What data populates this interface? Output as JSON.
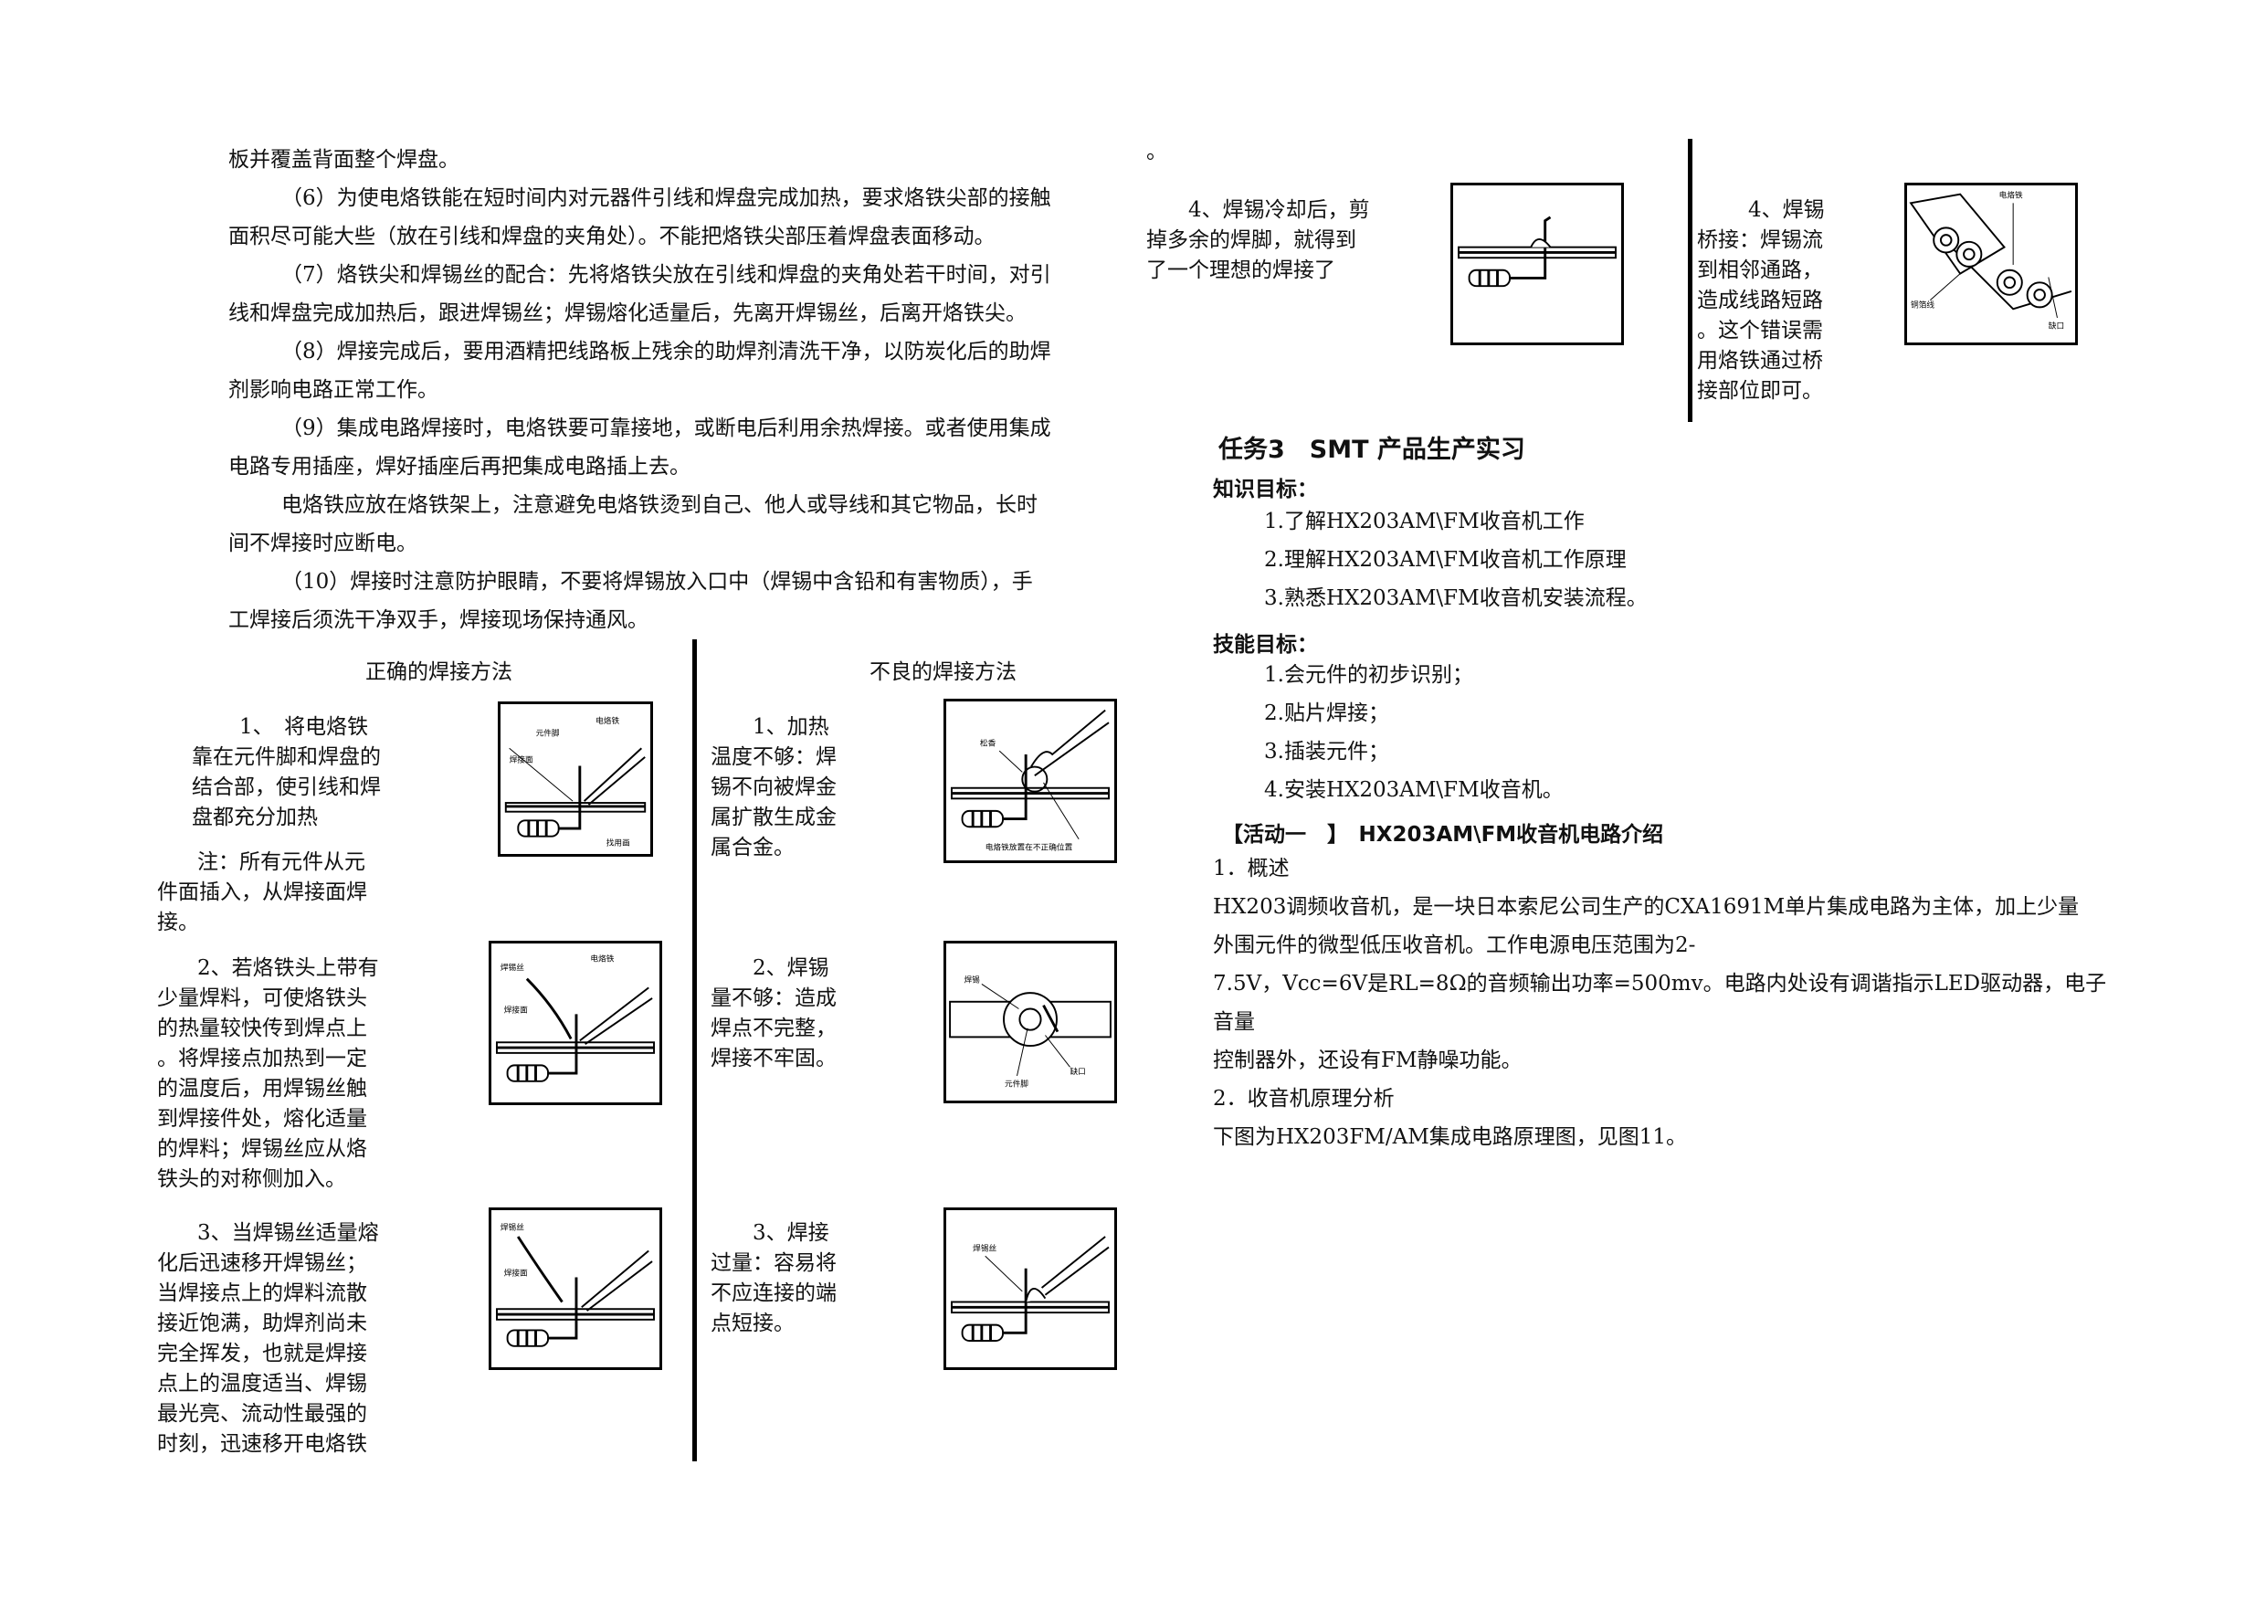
{
  "left_top": {
    "lines": [
      "板并覆盖背面整个焊盘。",
      "（6）为使电烙铁能在短时间内对元器件引线和焊盘完成加热，要求烙铁尖部的接触",
      "面积尽可能大些（放在引线和焊盘的夹角处）。不能把烙铁尖部压着焊盘表面移动。",
      "（7）烙铁尖和焊锡丝的配合：先将烙铁尖放在引线和焊盘的夹角处若干时间，对引",
      "线和焊盘完成加热后，跟进焊锡丝；焊锡熔化适量后，先离开焊锡丝，后离开烙铁尖。",
      "（8）焊接完成后，要用酒精把线路板上残余的助焊剂清洗干净，以防炭化后的助焊",
      "剂影响电路正常工作。",
      "（9）集成电路焊接时，电烙铁要可靠接地，或断电后利用余热焊接。或者使用集成",
      "电路专用插座，焊好插座后再把集成电路插上去。",
      "电烙铁应放在烙铁架上，注意避免电烙铁烫到自己、他人或导线和其它物品，长时",
      "间不焊接时应断电。",
      "（10）焊接时注意防护眼睛，不要将焊锡放入口中（焊锡中含铅和有害物质），手",
      "工焊接后须洗干净双手，焊接现场保持通风。"
    ]
  },
  "table": {
    "correct_header": "正确的焊接方法",
    "bad_header": "不良的焊接方法",
    "correct": [
      {
        "lines": [
          "1、　将电烙铁",
          "靠在元件脚和焊盘的",
          "结合部，使引线和焊",
          "盘都充分加热"
        ]
      },
      {
        "lines": [
          "注：所有元件从元",
          "件面插入，从焊接面焊",
          "接。"
        ]
      },
      {
        "lines": [
          "2、若烙铁头上带有",
          "少量焊料，可使烙铁头",
          "的热量较快传到焊点上",
          "。将焊接点加热到一定",
          "的温度后，用焊锡丝触",
          "到焊接件处，熔化适量",
          "的焊料；焊锡丝应从烙",
          "铁头的对称侧加入。"
        ]
      },
      {
        "lines": [
          "3、当焊锡丝适量熔",
          "化后迅速移开焊锡丝；",
          "当焊接点上的焊料流散",
          "接近饱满，助焊剂尚未",
          "完全挥发，也就是焊接",
          "点上的温度适当、焊锡",
          "最光亮、流动性最强的",
          "时刻，迅速移开电烙铁"
        ]
      }
    ],
    "bad": [
      {
        "lines": [
          "1、加热",
          "温度不够：焊",
          "锡不向被焊金",
          "属扩散生成金",
          "属合金。"
        ]
      },
      {
        "lines": [
          "2、焊锡",
          "量不够：造成",
          "焊点不完整，",
          "焊接不牢固。"
        ]
      },
      {
        "lines": [
          "3、焊接",
          "过量：容易将",
          "不应连接的端",
          "点短接。"
        ]
      }
    ],
    "top_right": {
      "dot": "。",
      "correct4": [
        "4、焊锡冷却后，剪",
        "掉多余的焊脚，就得到",
        "了一个理想的焊接了"
      ],
      "bad4": [
        "4、焊锡",
        "桥接：焊锡流",
        "到相邻通路，",
        "造成线路短路",
        "。这个错误需",
        "用烙铁通过桥",
        "接部位即可。"
      ]
    }
  },
  "figure_labels": {
    "f1": [
      "元件脚",
      "电烙铁",
      "焊接面",
      "找用画"
    ],
    "f2": [
      "焊锡丝",
      "电烙铁",
      "焊接面"
    ],
    "f3": [
      "焊锡丝",
      "焊接面"
    ],
    "b1": [
      "松香",
      "电烙铁放置在不正确位置"
    ],
    "b2": [
      "焊锡",
      "缺口",
      "元件脚"
    ],
    "bridge": [
      "电烙铁",
      "铜箔线",
      "缺口"
    ]
  },
  "right": {
    "task_title": "任务3　SMT 产品生产实习",
    "knowledge_title": "知识目标：",
    "knowledge": [
      "1.了解HX203AM\\FM收音机工作",
      "2.理解HX203AM\\FM收音机工作原理",
      "3.熟悉HX203AM\\FM收音机安装流程。"
    ],
    "skill_title": "技能目标：",
    "skills": [
      "1.会元件的初步识别；",
      "2.贴片焊接；",
      "3.插装元件；",
      "4.安装HX203AM\\FM收音机。"
    ],
    "activity_title": "【活动一　】　HX203AM\\FM收音机电路介绍",
    "s1": "1．概述",
    "p1": "HX203调频收音机，是一块日本索尼公司生产的CXA1691M单片集成电路为主体，加上少量",
    "p2": "外围元件的微型低压收音机。工作电源电压范围为2-",
    "p3": "7.5V，Vcc=6V是RL=8Ω的音频输出功率=500mv。电路内处设有调谐指示LED驱动器，电子音量",
    "p4": "控制器外，还设有FM静噪功能。",
    "s2": "2．收音机原理分析",
    "p5": "下图为HX203FM/AM集成电路原理图，见图11。"
  }
}
